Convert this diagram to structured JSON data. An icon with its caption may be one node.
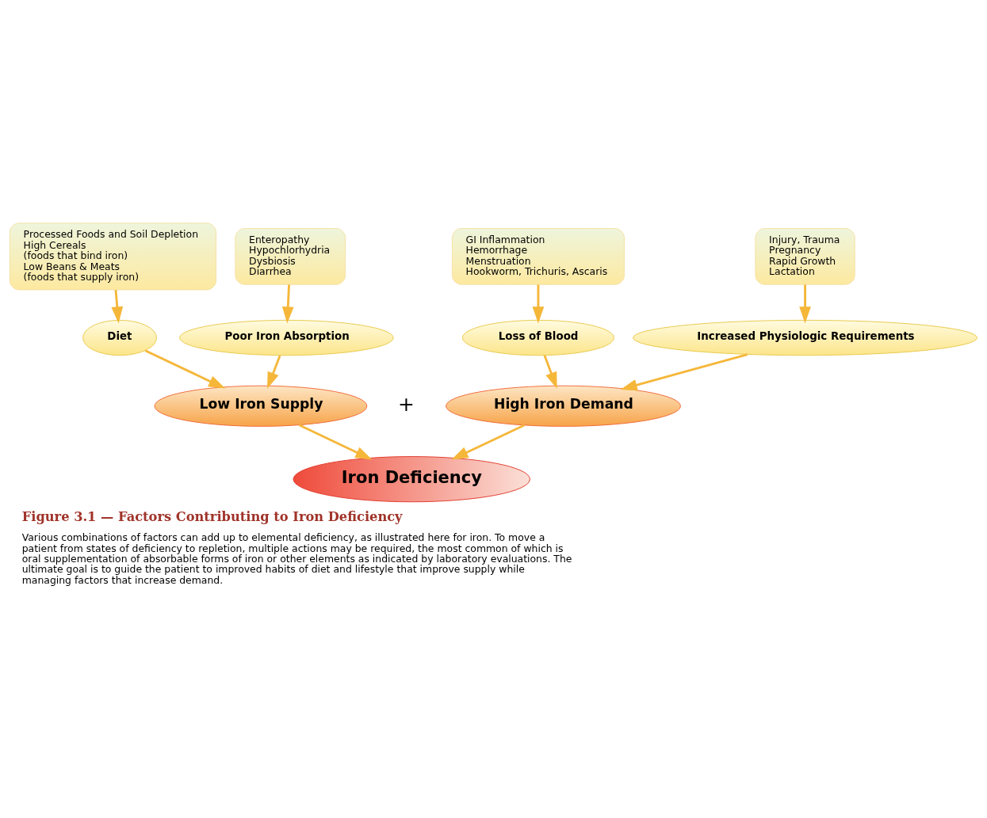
{
  "diagram": {
    "title": "Figure 3.1 — Factors Contributing to Iron Deficiency",
    "caption": "Various combinations of factors can add up to elemental deficiency, as illustrated here for iron. To move a patient from states of deficiency to repletion, multiple actions may be required, the most common of which is oral supplementation of absorbable forms of iron or other elements as indicated by laboratory evaluations. The ultimate goal is to guide the patient to improved habits of diet and lifestyle that improve supply while managing factors that increase demand.",
    "nodes": [
      {
        "text": [
          "Processed Foods and Soil Depletion",
          "High Cereals",
          "(foods that bind iron)",
          "Low Beans & Meats",
          "(foods that supply iron)"
        ]
      },
      {
        "text": [
          "Enteropathy",
          "Hypochlorhydria",
          "Dysbiosis",
          "Diarrhea"
        ]
      },
      {
        "text": [
          "GI Inflammation",
          "Hemorrhage",
          "Menstruation",
          "Hookworm, Trichuris, Ascaris"
        ]
      },
      {
        "text": [
          "Injury, Trauma",
          "Pregnancy",
          "Rapid Growth",
          "Lactation"
        ]
      },
      {
        "text": [
          "Diet"
        ]
      },
      {
        "text": [
          "Poor Iron Absorption"
        ]
      },
      {
        "text": [
          "Loss of Blood"
        ]
      },
      {
        "text": [
          "Increased Physiologic Requirements"
        ]
      },
      {
        "text": [
          "Low Iron Supply"
        ]
      },
      {
        "text": [
          "High Iron Demand"
        ]
      },
      {
        "text": [
          "Iron Deficiency"
        ]
      }
    ],
    "edges": [
      {
        "from": 0,
        "to": 4,
        "arrow": "to"
      },
      {
        "from": 1,
        "to": 5,
        "arrow": "to"
      },
      {
        "from": 2,
        "to": 6,
        "arrow": "to"
      },
      {
        "from": 3,
        "to": 7,
        "arrow": "to"
      },
      {
        "from": 4,
        "to": 8,
        "arrow": "to"
      },
      {
        "from": 5,
        "to": 8,
        "arrow": "to"
      },
      {
        "from": 6,
        "to": 9,
        "arrow": "to"
      },
      {
        "from": 7,
        "to": 9,
        "arrow": "to"
      },
      {
        "from": 8,
        "to": 10,
        "arrow": "to"
      },
      {
        "from": 9,
        "to": 10,
        "arrow": "to"
      }
    ],
    "labels": [
      "+"
    ]
  }
}
